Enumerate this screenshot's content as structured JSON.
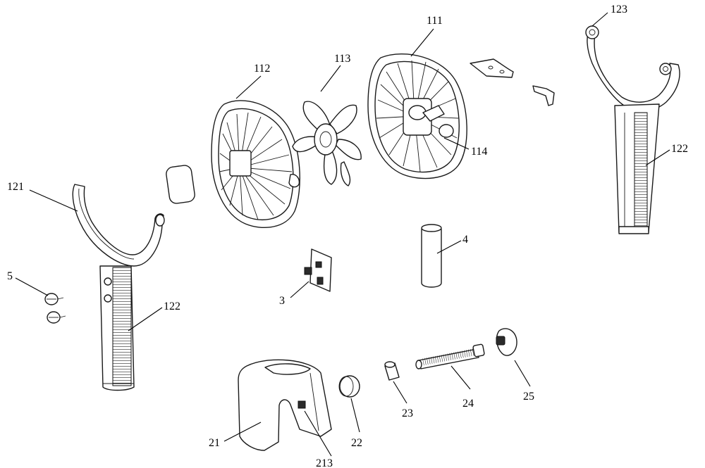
{
  "labels": {
    "l111": "111",
    "l112": "112",
    "l113": "113",
    "l114": "114",
    "l121": "121",
    "l122a": "122",
    "l122b": "122",
    "l123": "123",
    "l3": "3",
    "l4": "4",
    "l5": "5",
    "l21": "21",
    "l22": "22",
    "l23": "23",
    "l24": "24",
    "l25": "25",
    "l213": "213"
  }
}
